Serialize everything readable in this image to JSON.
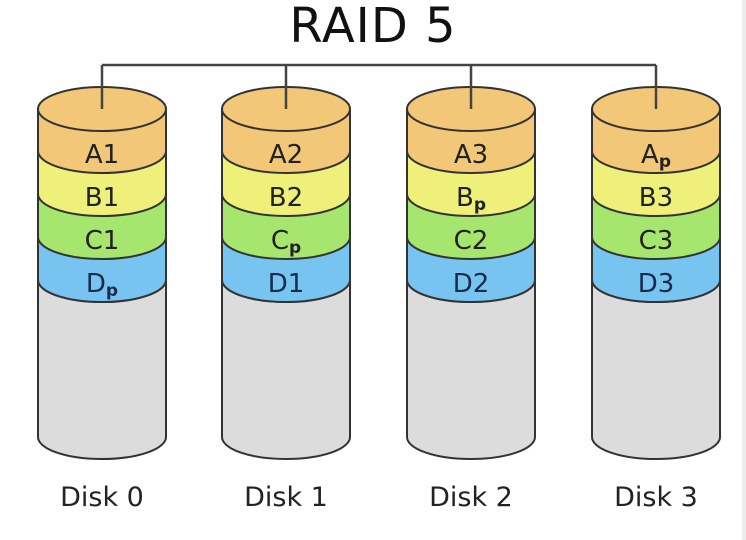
{
  "title": "RAID 5",
  "colors": {
    "stripe_A": "#f2c878",
    "stripe_B": "#eef07a",
    "stripe_C": "#a6e66e",
    "stripe_D": "#78c4f0",
    "empty": "#dcdcdc",
    "outline": "#333333",
    "text": "#222222",
    "text_D": "#1a2a4a"
  },
  "disks": [
    {
      "label": "Disk 0",
      "blocks": [
        {
          "stripe": "A",
          "name": "A",
          "sub": "1",
          "parity": false
        },
        {
          "stripe": "B",
          "name": "B",
          "sub": "1",
          "parity": false
        },
        {
          "stripe": "C",
          "name": "C",
          "sub": "1",
          "parity": false
        },
        {
          "stripe": "D",
          "name": "D",
          "sub": "p",
          "parity": true
        }
      ]
    },
    {
      "label": "Disk 1",
      "blocks": [
        {
          "stripe": "A",
          "name": "A",
          "sub": "2",
          "parity": false
        },
        {
          "stripe": "B",
          "name": "B",
          "sub": "2",
          "parity": false
        },
        {
          "stripe": "C",
          "name": "C",
          "sub": "p",
          "parity": true
        },
        {
          "stripe": "D",
          "name": "D",
          "sub": "1",
          "parity": false
        }
      ]
    },
    {
      "label": "Disk 2",
      "blocks": [
        {
          "stripe": "A",
          "name": "A",
          "sub": "3",
          "parity": false
        },
        {
          "stripe": "B",
          "name": "B",
          "sub": "p",
          "parity": true
        },
        {
          "stripe": "C",
          "name": "C",
          "sub": "2",
          "parity": false
        },
        {
          "stripe": "D",
          "name": "D",
          "sub": "2",
          "parity": false
        }
      ]
    },
    {
      "label": "Disk 3",
      "blocks": [
        {
          "stripe": "A",
          "name": "A",
          "sub": "p",
          "parity": true
        },
        {
          "stripe": "B",
          "name": "B",
          "sub": "3",
          "parity": false
        },
        {
          "stripe": "C",
          "name": "C",
          "sub": "3",
          "parity": false
        },
        {
          "stripe": "D",
          "name": "D",
          "sub": "3",
          "parity": false
        }
      ]
    }
  ]
}
